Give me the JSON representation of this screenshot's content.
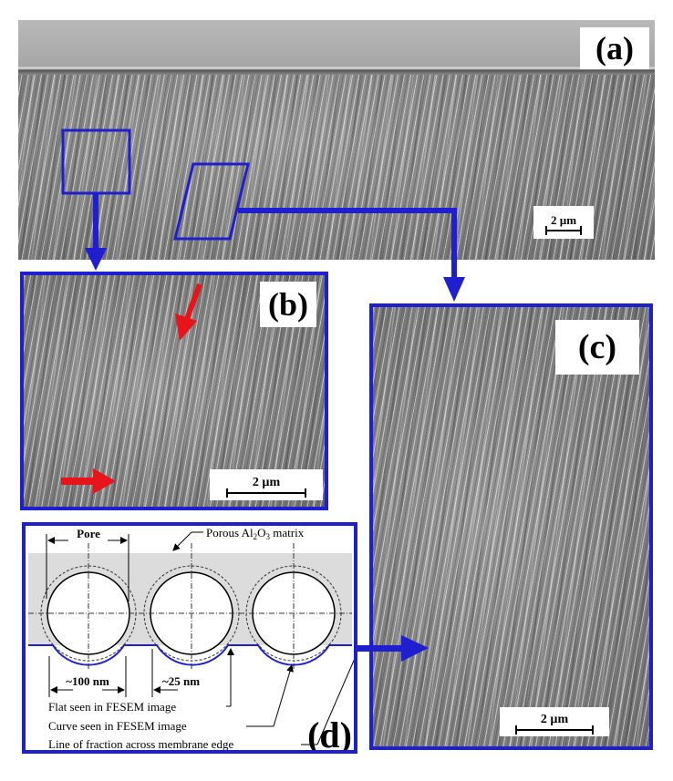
{
  "panels": {
    "a": {
      "label": "(a)",
      "scale": "2 µm"
    },
    "b": {
      "label": "(b)",
      "scale": "2 µm"
    },
    "c": {
      "label": "(c)",
      "scale": "2 µm"
    },
    "d": {
      "label": "(d)"
    }
  },
  "diagram": {
    "pore": "Pore",
    "matrix_parts": [
      "Porous Al",
      "2",
      "O",
      "3",
      " matrix"
    ],
    "dim_100": "~100 nm",
    "dim_25": "~25 nm",
    "flat": "Flat seen in FESEM image",
    "curve": "Curve seen in FESEM image",
    "fraction": "Line of fraction across membrane edge"
  },
  "colors": {
    "frame": "#1f1fd0",
    "arrow_red": "#e8141b",
    "matrix": "#dcdcdc"
  }
}
